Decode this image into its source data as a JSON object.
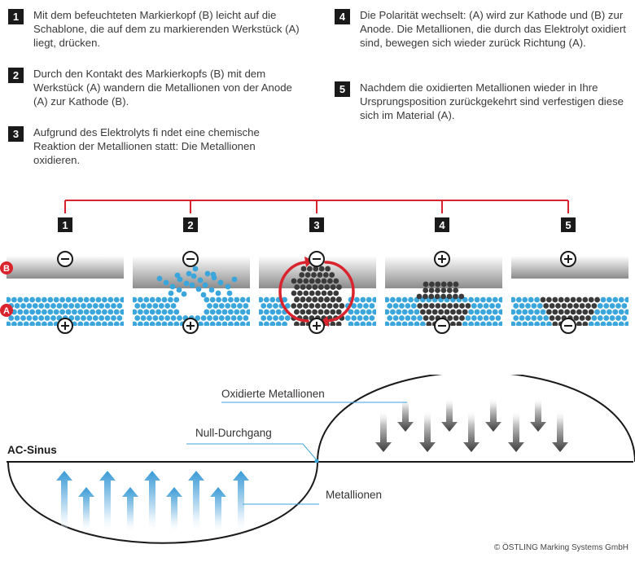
{
  "steps": [
    {
      "num": "1",
      "text": "Mit dem befeuchteten Markierkopf (B) leicht auf die Schablone, die auf dem zu markierenden Werkstück (A) liegt, drücken."
    },
    {
      "num": "2",
      "text": "Durch den Kontakt des Markierkopfs (B) mit dem Werkstück (A) wandern die Metallionen von der Anode (A) zur Kathode (B)."
    },
    {
      "num": "3",
      "text": "Aufgrund des Elektrolyts fi ndet eine chemische Reaktion der Metallionen statt: Die Metallionen oxidieren."
    },
    {
      "num": "4",
      "text": "Die Polarität wechselt: (A) wird zur Kathode und (B) zur Anode. Die Metallionen, die durch das Elektrolyt oxidiert sind, bewegen sich wieder zurück Richtung (A)."
    },
    {
      "num": "5",
      "text": "Nachdem die oxidierten Metallionen wieder in Ihre Ursprungsposition zurückgekehrt sind verfestigen diese sich im Material (A)."
    }
  ],
  "panel_numbers": [
    "1",
    "2",
    "3",
    "4",
    "5"
  ],
  "marker_b": "B",
  "marker_a": "A",
  "panel_top_signs": [
    "⊖",
    "⊖",
    "⊖",
    "⊕",
    "⊕"
  ],
  "panel_bottom_signs": [
    "⊕",
    "⊕",
    "⊕",
    "⊖",
    "⊖"
  ],
  "labels": {
    "ac_sinus": "AC-Sinus",
    "null_durchgang": "Null-Durchgang",
    "oxidierte": "Oxidierte Metallionen",
    "metallionen": "Metallionen"
  },
  "copyright": "© ÖSTLING Marking Systems GmbH",
  "colors": {
    "accent_red": "#d9232d",
    "ion_blue": "#3aa6dc",
    "oxidized": "#3a3a3a",
    "text_dark": "#1a1a1a"
  }
}
